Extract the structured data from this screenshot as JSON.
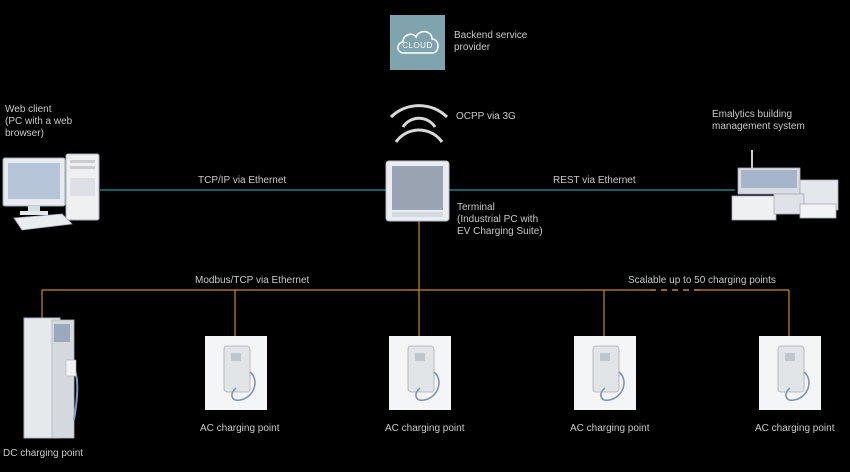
{
  "cloud": {
    "icon_text": "CLOUD",
    "label_line1": "Backend service",
    "label_line2": "provider"
  },
  "protocols": {
    "ocpp": "OCPP via 3G",
    "tcpip": "TCP/IP via Ethernet",
    "rest": "REST via Ethernet",
    "modbus": "Modbus/TCP via Ethernet",
    "scalable": "Scalable up to 50 charging points"
  },
  "web_client": {
    "line1": "Web client",
    "line2": "(PC with a web",
    "line3": "browser)"
  },
  "terminal": {
    "line1": "Terminal",
    "line2": "(Industrial PC with",
    "line3": "EV Charging Suite)"
  },
  "bms": {
    "line1": "Emalytics building",
    "line2": "management system"
  },
  "chargers": {
    "dc": "DC charging point",
    "ac1": "AC charging point",
    "ac2": "AC charging point",
    "ac3": "AC charging point",
    "ac4": "AC charging point"
  },
  "colors": {
    "ethernet_line": "#1e9aa0",
    "modbus_line": "#c98a1e",
    "cloud_box": "#7fa4ad",
    "terminal_screen": "#9aa3b2"
  }
}
